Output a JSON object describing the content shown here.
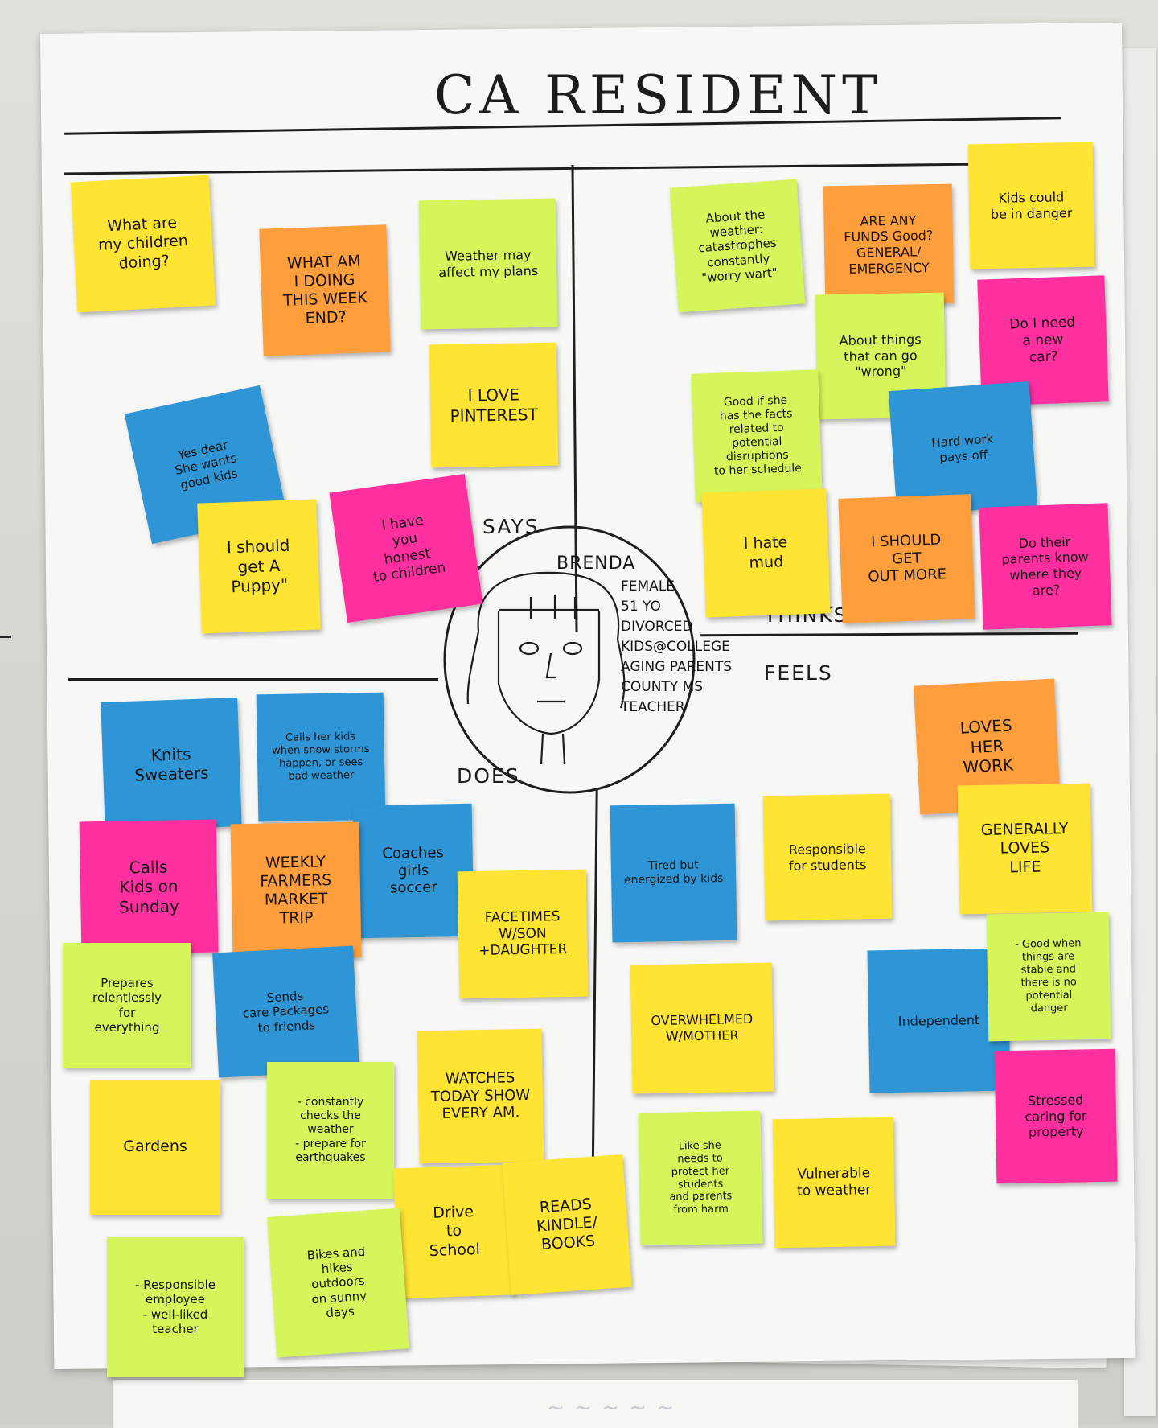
{
  "title": "CA RESIDENT",
  "quadrants": {
    "says": "SAYS",
    "thinks": "THINKS",
    "feels": "FEELS",
    "does": "DOES"
  },
  "persona": {
    "name": "BRENDA",
    "lines": [
      "FEMALE",
      "51 YO",
      "DIVORCED",
      "KIDS@COLLEGE",
      "AGING PARENTS",
      "COUNTY MS",
      "TEACHER"
    ]
  },
  "colors": {
    "yellow": "#ffe433",
    "orange": "#ff9e3d",
    "lime": "#d6f55a",
    "blue": "#2e95d6",
    "pink": "#ff2fa0",
    "paper": "#f7f7f5",
    "wall": "#d6d4ce"
  },
  "sticky_notes": [
    {
      "id": "says-1",
      "color": "yellow",
      "text": "What are\nmy children\ndoing?"
    },
    {
      "id": "says-2",
      "color": "orange",
      "text": "WHAT AM\nI DOING\nTHIS WEEK\nEND?"
    },
    {
      "id": "says-3",
      "color": "lime",
      "text": "Weather may\naffect my plans"
    },
    {
      "id": "says-4",
      "color": "yellow",
      "text": "I LOVE\nPINTEREST"
    },
    {
      "id": "says-5",
      "color": "blue",
      "text": "Yes dear\nShe wants\ngood kids"
    },
    {
      "id": "says-6",
      "color": "yellow",
      "text": "I should\nget A\nPuppy\""
    },
    {
      "id": "says-7",
      "color": "pink",
      "text": "I have\nyou\nhonest\nto children"
    },
    {
      "id": "thinks-1",
      "color": "lime",
      "text": "About the\nweather:\ncatastrophes\nconstantly\n\"worry wart\""
    },
    {
      "id": "thinks-2",
      "color": "orange",
      "text": "ARE ANY\nFUNDS Good?\nGENERAL/\nEMERGENCY"
    },
    {
      "id": "thinks-3",
      "color": "yellow",
      "text": "Kids could\nbe in danger"
    },
    {
      "id": "thinks-4",
      "color": "pink",
      "text": "Do I need\na new\ncar?"
    },
    {
      "id": "thinks-5",
      "color": "lime",
      "text": "About things\nthat can go\n\"wrong\""
    },
    {
      "id": "thinks-6",
      "color": "blue",
      "text": "Hard work\npays off"
    },
    {
      "id": "thinks-7",
      "color": "lime",
      "text": "Good if she\nhas the facts\nrelated to\npotential\ndisruptions\nto her schedule"
    },
    {
      "id": "thinks-8",
      "color": "yellow",
      "text": "I hate\nmud"
    },
    {
      "id": "thinks-9",
      "color": "orange",
      "text": "I SHOULD\nGET\nOUT MORE"
    },
    {
      "id": "thinks-10",
      "color": "pink",
      "text": "Do their\nparents know\nwhere they\nare?"
    },
    {
      "id": "does-1",
      "color": "blue",
      "text": "Knits\nSweaters"
    },
    {
      "id": "does-2",
      "color": "blue",
      "text": "Calls her kids\nwhen snow storms\nhappen, or sees\nbad weather"
    },
    {
      "id": "does-3",
      "color": "pink",
      "text": "Calls\nKids on\nSunday"
    },
    {
      "id": "does-4",
      "color": "orange",
      "text": "WEEKLY\nFARMERS\nMARKET\nTRIP"
    },
    {
      "id": "does-5",
      "color": "blue",
      "text": "Coaches\ngirls\nsoccer"
    },
    {
      "id": "does-6",
      "color": "yellow",
      "text": "FACETIMES\nW/SON\n+DAUGHTER"
    },
    {
      "id": "does-7",
      "color": "lime",
      "text": "Prepares\nrelentlessly\nfor\neverything"
    },
    {
      "id": "does-8",
      "color": "blue",
      "text": "Sends\ncare Packages\nto friends"
    },
    {
      "id": "does-9",
      "color": "yellow",
      "text": "WATCHES\nTODAY SHOW\nEVERY AM."
    },
    {
      "id": "does-10",
      "color": "yellow",
      "text": "Gardens"
    },
    {
      "id": "does-11",
      "color": "lime",
      "text": "- constantly\nchecks the\nweather\n- prepare for\nearthquakes"
    },
    {
      "id": "does-12",
      "color": "yellow",
      "text": "Drive\nto\nSchool"
    },
    {
      "id": "does-13",
      "color": "yellow",
      "text": "READS\nKINDLE/\nBOOKS"
    },
    {
      "id": "does-14",
      "color": "lime",
      "text": "- Responsible\nemployee\n- well-liked\nteacher"
    },
    {
      "id": "does-15",
      "color": "lime",
      "text": "Bikes and\nhikes\noutdoors\non sunny\ndays"
    },
    {
      "id": "feels-1",
      "color": "orange",
      "text": "LOVES\nHER\nWORK"
    },
    {
      "id": "feels-2",
      "color": "blue",
      "text": "Tired but\nenergized by kids"
    },
    {
      "id": "feels-3",
      "color": "yellow",
      "text": "Responsible\nfor students"
    },
    {
      "id": "feels-4",
      "color": "yellow",
      "text": "GENERALLY\nLOVES\nLIFE"
    },
    {
      "id": "feels-5",
      "color": "yellow",
      "text": "OVERWHELMED\nW/MOTHER"
    },
    {
      "id": "feels-6",
      "color": "blue",
      "text": "Independent"
    },
    {
      "id": "feels-7",
      "color": "lime",
      "text": "- Good when\nthings are\nstable and\nthere is no\npotential\ndanger"
    },
    {
      "id": "feels-8",
      "color": "pink",
      "text": "Stressed\ncaring for\nproperty"
    },
    {
      "id": "feels-9",
      "color": "lime",
      "text": "Like she\nneeds to\nprotect her\nstudents\nand parents\nfrom harm"
    },
    {
      "id": "feels-10",
      "color": "yellow",
      "text": "Vulnerable\nto weather"
    }
  ]
}
